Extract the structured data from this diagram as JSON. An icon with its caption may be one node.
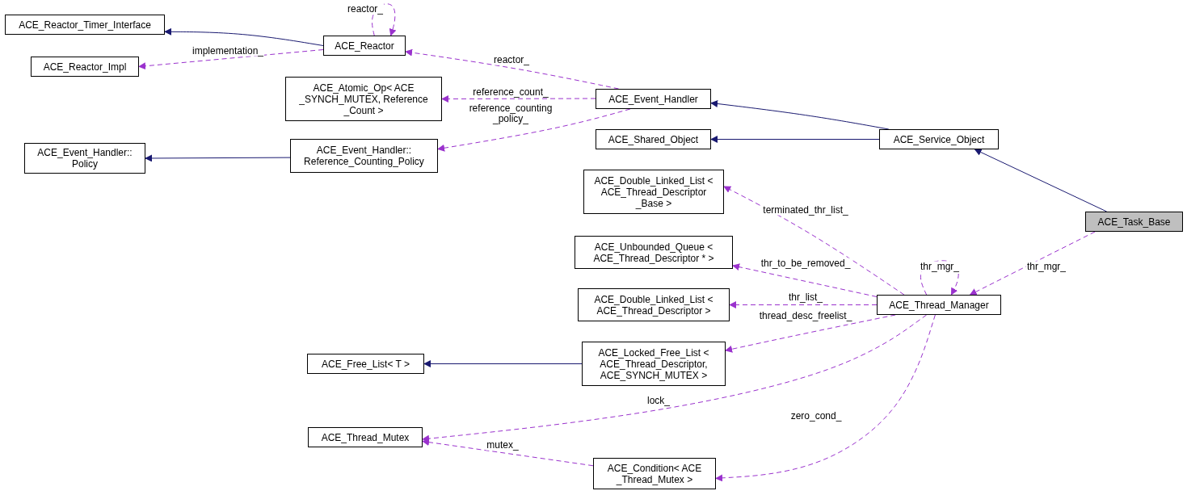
{
  "diagram": {
    "nodes": [
      {
        "text": [
          "ACE_Task_Base"
        ]
      },
      {
        "text": [
          "ACE_Service_Object"
        ]
      },
      {
        "text": [
          "ACE_Thread_Manager"
        ]
      },
      {
        "text": [
          "ACE_Event_Handler"
        ]
      },
      {
        "text": [
          "ACE_Shared_Object"
        ]
      },
      {
        "text": [
          "ACE_Reactor"
        ]
      },
      {
        "text": [
          "ACE_Atomic_Op< ACE _SYNCH_MUTEX, Reference _Count >"
        ]
      },
      {
        "text": [
          "ACE_Event_Handler:: Reference_Counting_Policy"
        ]
      },
      {
        "text": [
          "ACE_Reactor_Timer_Interface"
        ]
      },
      {
        "text": [
          "ACE_Reactor_Impl"
        ]
      },
      {
        "text": [
          "ACE_Event_Handler:: Policy"
        ]
      },
      {
        "text": [
          "ACE_Double_Linked_List < ACE_Thread_Descriptor _Base >"
        ]
      },
      {
        "text": [
          "ACE_Unbounded_Queue < ACE_Thread_Descriptor * >"
        ]
      },
      {
        "text": [
          "ACE_Double_Linked_List < ACE_Thread_Descriptor >"
        ]
      },
      {
        "text": [
          "ACE_Locked_Free_List < ACE_Thread_Descriptor, ACE_SYNCH_MUTEX >"
        ]
      },
      {
        "text": [
          "ACE_Free_List< T >"
        ]
      },
      {
        "text": [
          "ACE_Thread_Mutex"
        ]
      },
      {
        "text": [
          "ACE_Condition< ACE _Thread_Mutex >"
        ]
      }
    ],
    "edges": [
      {
        "from": 0,
        "to": 1,
        "arrow": "to",
        "color": "#191970"
      },
      {
        "from": 0,
        "to": 2,
        "arrow": "to",
        "style": "dashed",
        "label": "thr_mgr_"
      },
      {
        "from": 1,
        "to": 3,
        "arrow": "to",
        "color": "#191970"
      },
      {
        "from": 1,
        "to": 4,
        "arrow": "to",
        "color": "#191970"
      },
      {
        "from": 3,
        "to": 5,
        "arrow": "to",
        "style": "dashed",
        "label": "reactor_"
      },
      {
        "from": 3,
        "to": 6,
        "arrow": "to",
        "style": "dashed",
        "label": "reference_count_"
      },
      {
        "from": 3,
        "to": 7,
        "arrow": "to",
        "style": "dashed",
        "label": "reference_counting _policy_"
      },
      {
        "from": 5,
        "to": 8,
        "arrow": "to",
        "color": "#191970"
      },
      {
        "from": 5,
        "to": 9,
        "arrow": "to",
        "style": "dashed",
        "label": "implementation_"
      },
      {
        "from": 5,
        "to": 5,
        "arrow": "to",
        "style": "dashed",
        "label": "reactor_"
      },
      {
        "from": 7,
        "to": 10,
        "arrow": "to",
        "color": "#191970"
      },
      {
        "from": 2,
        "to": 2,
        "arrow": "to",
        "style": "dashed",
        "label": "thr_mgr_"
      },
      {
        "from": 2,
        "to": 11,
        "arrow": "to",
        "style": "dashed",
        "label": "terminated_thr_list_"
      },
      {
        "from": 2,
        "to": 12,
        "arrow": "to",
        "style": "dashed",
        "label": "thr_to_be_removed_"
      },
      {
        "from": 2,
        "to": 13,
        "arrow": "to",
        "style": "dashed",
        "label": "thr_list_"
      },
      {
        "from": 2,
        "to": 14,
        "arrow": "to",
        "style": "dashed",
        "label": "thread_desc_freelist_"
      },
      {
        "from": 14,
        "to": 15,
        "arrow": "to",
        "color": "#191970"
      },
      {
        "from": 2,
        "to": 16,
        "arrow": "to",
        "style": "dashed",
        "label": "lock_"
      },
      {
        "from": 2,
        "to": 17,
        "arrow": "to",
        "style": "dashed",
        "label": "zero_cond_"
      },
      {
        "from": 17,
        "to": 16,
        "arrow": "to",
        "style": "dashed",
        "label": "mutex_"
      }
    ]
  }
}
